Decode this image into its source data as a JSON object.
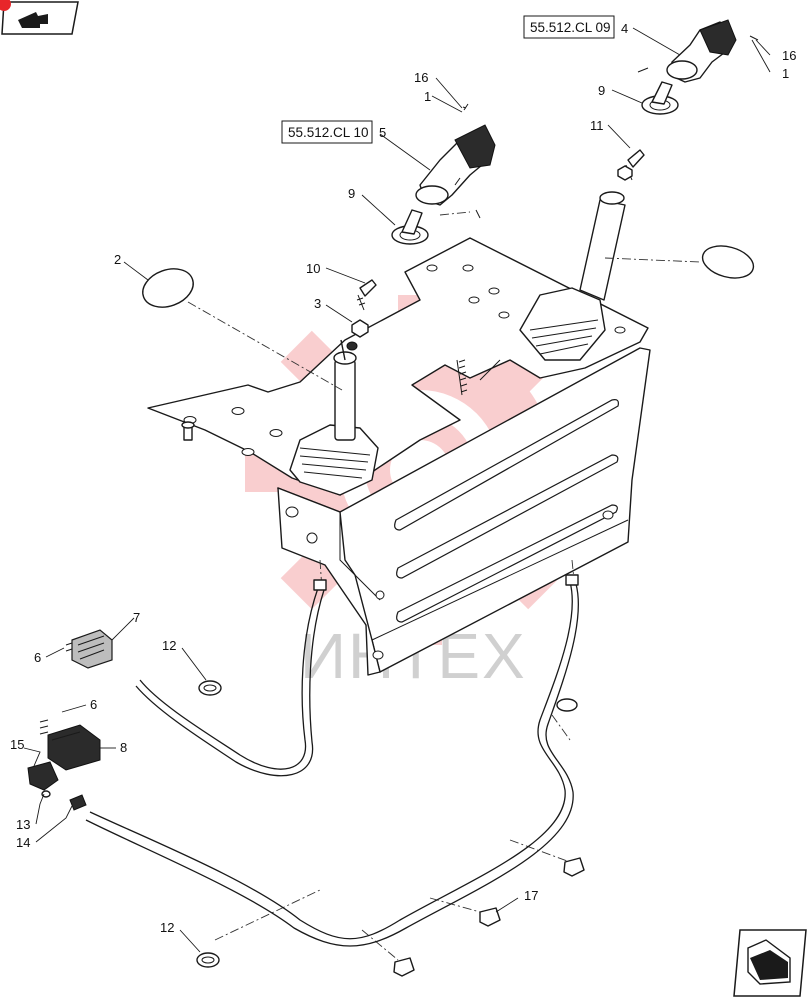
{
  "ref_boxes": [
    {
      "id": "ref-55-512-cl-09",
      "label": "55.512.CL 09"
    },
    {
      "id": "ref-55-512-cl-10",
      "label": "55.512.CL 10"
    }
  ],
  "callouts": [
    {
      "id": "c-16-right",
      "label": "16"
    },
    {
      "id": "c-4",
      "label": "4"
    },
    {
      "id": "c-1-right",
      "label": "1"
    },
    {
      "id": "c-9-right",
      "label": "9"
    },
    {
      "id": "c-11",
      "label": "11"
    },
    {
      "id": "c-16-left",
      "label": "16"
    },
    {
      "id": "c-1-left",
      "label": "1"
    },
    {
      "id": "c-5",
      "label": "5"
    },
    {
      "id": "c-9-left",
      "label": "9"
    },
    {
      "id": "c-2",
      "label": "2"
    },
    {
      "id": "c-10",
      "label": "10"
    },
    {
      "id": "c-3",
      "label": "3"
    },
    {
      "id": "c-7",
      "label": "7"
    },
    {
      "id": "c-6-top",
      "label": "6"
    },
    {
      "id": "c-12-top",
      "label": "12"
    },
    {
      "id": "c-6-mid",
      "label": "6"
    },
    {
      "id": "c-15",
      "label": "15"
    },
    {
      "id": "c-8",
      "label": "8"
    },
    {
      "id": "c-13",
      "label": "13"
    },
    {
      "id": "c-14",
      "label": "14"
    },
    {
      "id": "c-17",
      "label": "17"
    },
    {
      "id": "c-12-bottom",
      "label": "12"
    }
  ],
  "watermark": {
    "text": "ИНТЕХ",
    "color": "#e8262a"
  },
  "nav": {
    "top_left_icon": "previous-page-arrow-icon",
    "bottom_right_icon": "next-page-arrow-icon"
  }
}
